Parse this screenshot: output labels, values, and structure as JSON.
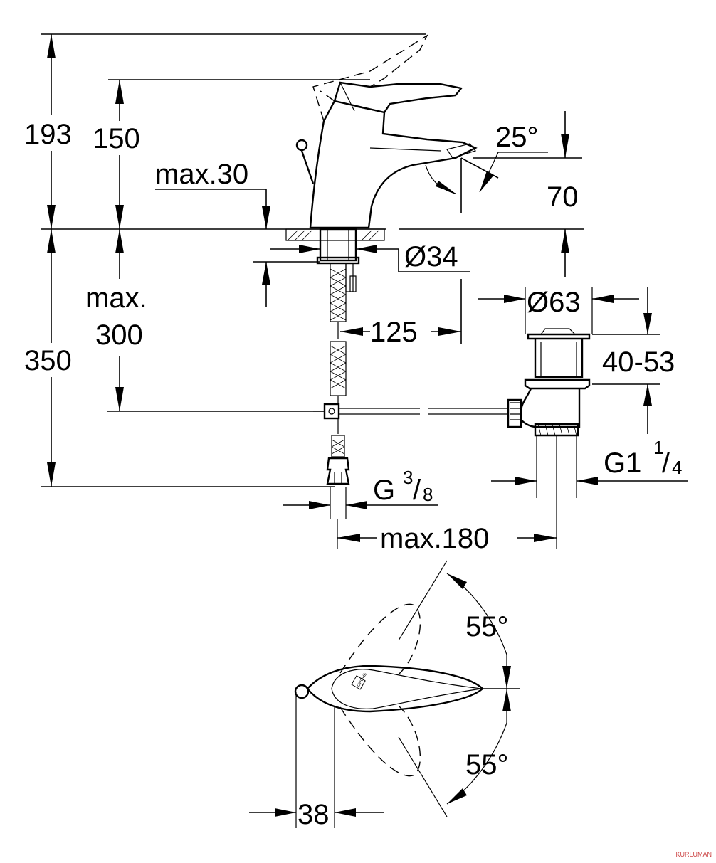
{
  "dimensions": {
    "total_height": "193",
    "spout_height": "150",
    "max_deck_thickness": "max.30",
    "spout_angle": "25°",
    "spout_reach_height": "70",
    "hole_diameter": "Ø34",
    "max_below_label_1": "max.",
    "max_below_label_2": "300",
    "below_deck": "350",
    "spout_projection": "125",
    "waste_diameter": "Ø63",
    "waste_range": "40-53",
    "waste_thread_main": "G1",
    "waste_thread_num": "1",
    "waste_thread_den": "4",
    "supply_thread_main": "G",
    "supply_thread_num": "3",
    "supply_thread_den": "8",
    "max_rod_length": "max.180",
    "lever_angle_top": "55°",
    "lever_angle_bottom": "55°",
    "top_view_width": "38"
  },
  "logo_text": "GROHE",
  "watermark": "KURLUMAN"
}
